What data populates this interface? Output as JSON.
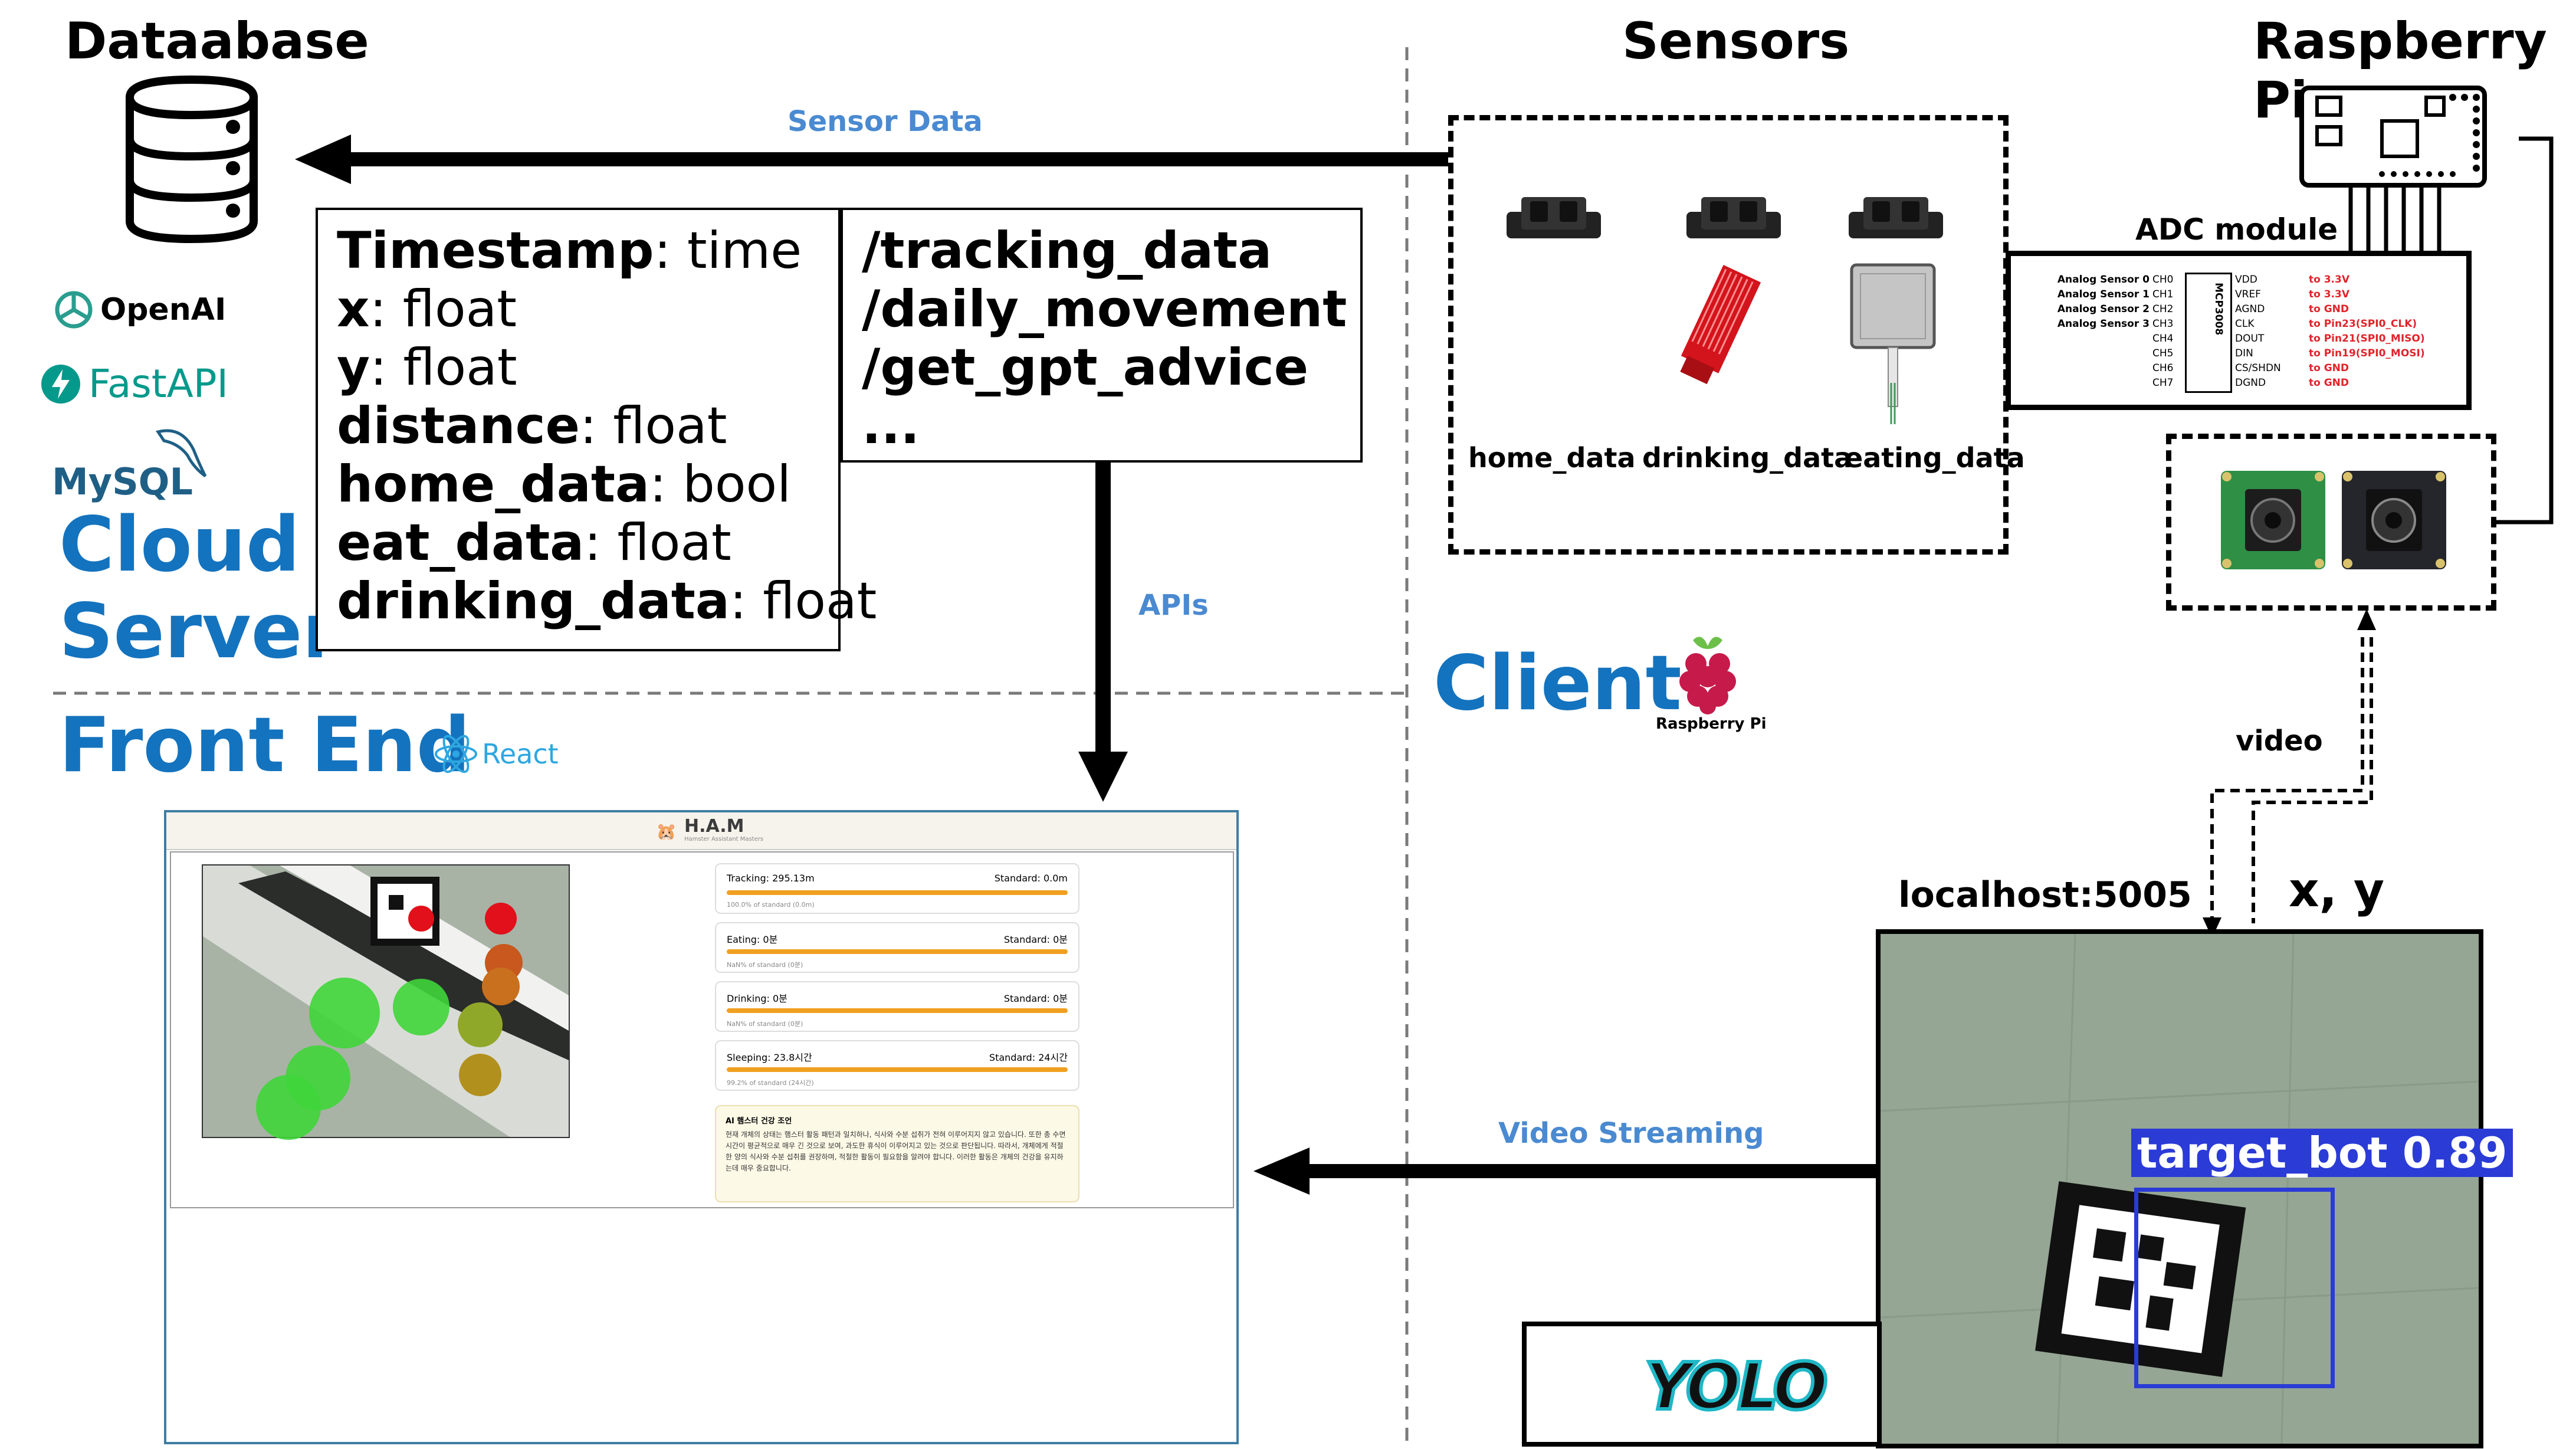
{
  "database": {
    "title": "Dataabase",
    "logos": [
      "OpenAI",
      "FastAPI",
      "MySQL"
    ],
    "section_label": [
      "Cloud",
      "Server"
    ],
    "schema": [
      {
        "key": "Timestamp",
        "type": "time"
      },
      {
        "key": "x",
        "type": "float"
      },
      {
        "key": "y",
        "type": "float"
      },
      {
        "key": "distance",
        "type": "float"
      },
      {
        "key": "home_data",
        "type": "bool"
      },
      {
        "key": "eat_data",
        "type": "float"
      },
      {
        "key": "drinking_data",
        "type": "float"
      }
    ],
    "apis": [
      "/tracking_data",
      "/daily_movement",
      "/get_gpt_advice",
      "..."
    ]
  },
  "arrows": {
    "sensor_data": "Sensor Data",
    "apis": "APIs",
    "video": "video",
    "video_streaming": "Video Streaming",
    "xy": "x, y"
  },
  "sensors": {
    "title": "Sensors",
    "items": [
      "home_data",
      "drinking_data",
      "eating_data"
    ]
  },
  "raspberry": {
    "title": "Raspberry Pi",
    "adc_label": "ADC module",
    "chip_name": "MCP3008",
    "adc_left": [
      "Analog Sensor 0",
      "Analog Sensor 1",
      "Analog Sensor 2",
      "Analog Sensor 3",
      "",
      "",
      "",
      ""
    ],
    "adc_pins_left": [
      "CH0",
      "CH1",
      "CH2",
      "CH3",
      "CH4",
      "CH5",
      "CH6",
      "CH7"
    ],
    "adc_pins_right": [
      "VDD",
      "VREF",
      "AGND",
      "CLK",
      "DOUT",
      "DIN",
      "CS/SHDN",
      "DGND"
    ],
    "adc_targets": [
      "to 3.3V",
      "to 3.3V",
      "to GND",
      "to Pin23(SPI0_CLK)",
      "to Pin21(SPI0_MISO)",
      "to Pin19(SPI0_MOSI)",
      "to GND",
      "to GND"
    ]
  },
  "client": {
    "label": "Client",
    "rpi_logo_text": "Raspberry Pi"
  },
  "frontend": {
    "label": "Front End",
    "react": "React",
    "app_title": "H.A.M",
    "app_subtitle": "Hamster Assistant Masters",
    "metrics": [
      {
        "label": "Tracking: 295.13m",
        "standard": "Standard: 0.0m",
        "sub": "100.0% of standard (0.0m)"
      },
      {
        "label": "Eating: 0분",
        "standard": "Standard: 0분",
        "sub": "NaN% of standard (0분)"
      },
      {
        "label": "Drinking: 0분",
        "standard": "Standard: 0분",
        "sub": "NaN% of standard (0분)"
      },
      {
        "label": "Sleeping: 23.8시간",
        "standard": "Standard: 24시간",
        "sub": "99.2% of standard (24시간)"
      }
    ],
    "advice_title": "AI 햄스터 건강 조언",
    "advice_text": "현재 개체의 상태는 햄스터 활동 패턴과 일치하나, 식사와 수분 섭취가 전혀 이루어지지 않고 있습니다. 또한 총 수면 시간이 평균적으로 매우 긴 것으로 보여, 과도한 휴식이 이루어지고 있는 것으로 판단됩니다. 따라서, 개체에게 적절한 양의 식사와 수분 섭취를 권장하며, 적절한 활동이 필요함을 알려야 합니다. 이러한 활동은 개체의 건강을 유지하는데 매우 중요합니다."
  },
  "yolo": {
    "host": "localhost:5005",
    "detection_label": "target_bot  0.89",
    "logo": "YOLO"
  },
  "colors": {
    "accent_blue": "#1473be",
    "arrow_label_blue": "#4a8ad1",
    "detection_blue": "#2b3bd6",
    "pin_red": "#e0242a",
    "progress_orange": "#f0a020"
  }
}
